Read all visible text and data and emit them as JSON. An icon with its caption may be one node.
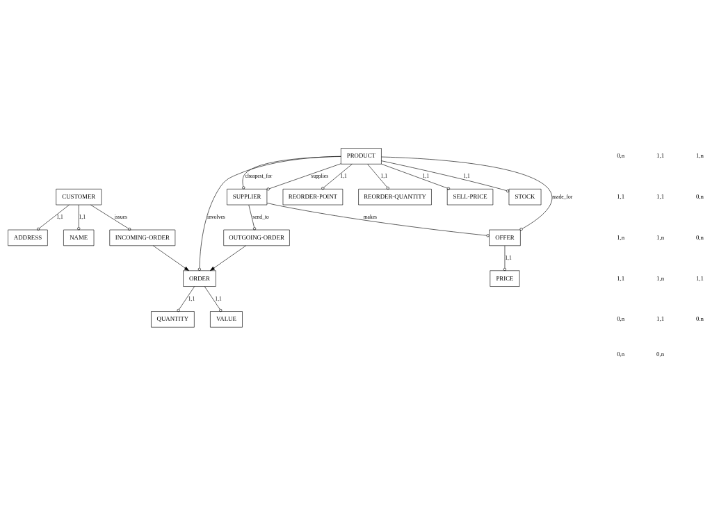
{
  "diagram": {
    "nodes": [
      {
        "text": [
          "ADDRESS"
        ]
      },
      {
        "text": [
          "NAME"
        ]
      },
      {
        "text": [
          "CUSTOMER"
        ]
      },
      {
        "text": [
          "INCOMING-ORDER"
        ]
      },
      {
        "text": [
          "REORDER-POINT"
        ]
      },
      {
        "text": [
          "REORDER-QUANTITY"
        ]
      },
      {
        "text": [
          "SELL-PRICE"
        ]
      },
      {
        "text": [
          "PRODUCT"
        ]
      },
      {
        "text": [
          "STOCK"
        ]
      },
      {
        "text": [
          "SUPPLIER"
        ]
      },
      {
        "text": [
          "OFFER"
        ]
      },
      {
        "text": [
          "ORDER"
        ]
      },
      {
        "text": [
          "OUTGOING-ORDER"
        ]
      },
      {
        "text": [
          "PRICE"
        ]
      },
      {
        "text": [
          "QUANTITY"
        ]
      },
      {
        "text": [
          "VALUE"
        ]
      }
    ],
    "edges": [
      {
        "from": 2,
        "to": 0,
        "arrow": "other",
        "label": "1,1"
      },
      {
        "from": 2,
        "to": 1,
        "arrow": "other",
        "label": "1,1"
      },
      {
        "from": 2,
        "to": 3,
        "arrow": "other",
        "label": "issues"
      },
      {
        "from": 3,
        "to": 11,
        "arrow": "to"
      },
      {
        "from": 7,
        "to": 4,
        "arrow": "other",
        "label": "1,1"
      },
      {
        "from": 7,
        "to": 5,
        "arrow": "other",
        "label": "1,1"
      },
      {
        "from": 7,
        "to": 6,
        "arrow": "other",
        "label": "1,1"
      },
      {
        "from": 7,
        "to": 8,
        "arrow": "other",
        "label": "1,1"
      },
      {
        "from": 7,
        "to": 10,
        "arrow": "other",
        "label": "made_for"
      },
      {
        "from": 7,
        "to": 9,
        "arrow": "other",
        "label": "cheapest_for"
      },
      {
        "from": 7,
        "to": 9,
        "arrow": "other",
        "label": "supplies"
      },
      {
        "from": 7,
        "to": 11,
        "arrow": "other",
        "label": "involves"
      },
      {
        "from": 9,
        "to": 10,
        "arrow": "other",
        "label": "makes"
      },
      {
        "from": 9,
        "to": 12,
        "arrow": "other",
        "label": "send_to"
      },
      {
        "from": 12,
        "to": 11,
        "arrow": "to"
      },
      {
        "from": 10,
        "to": 13,
        "arrow": "other",
        "label": "1,1"
      },
      {
        "from": 11,
        "to": 14,
        "arrow": "other",
        "label": "1,1"
      },
      {
        "from": 11,
        "to": 15,
        "arrow": "other",
        "label": "1,1"
      }
    ],
    "labels": [
      "0,n",
      "1,1",
      "1,n",
      "1,1",
      "1,1",
      "0,n",
      "1,n",
      "1,n",
      "0,n",
      "1,1",
      "1,n",
      "1,1",
      "0,n",
      "1,1",
      "0.n",
      "0,n",
      "0,n"
    ]
  }
}
